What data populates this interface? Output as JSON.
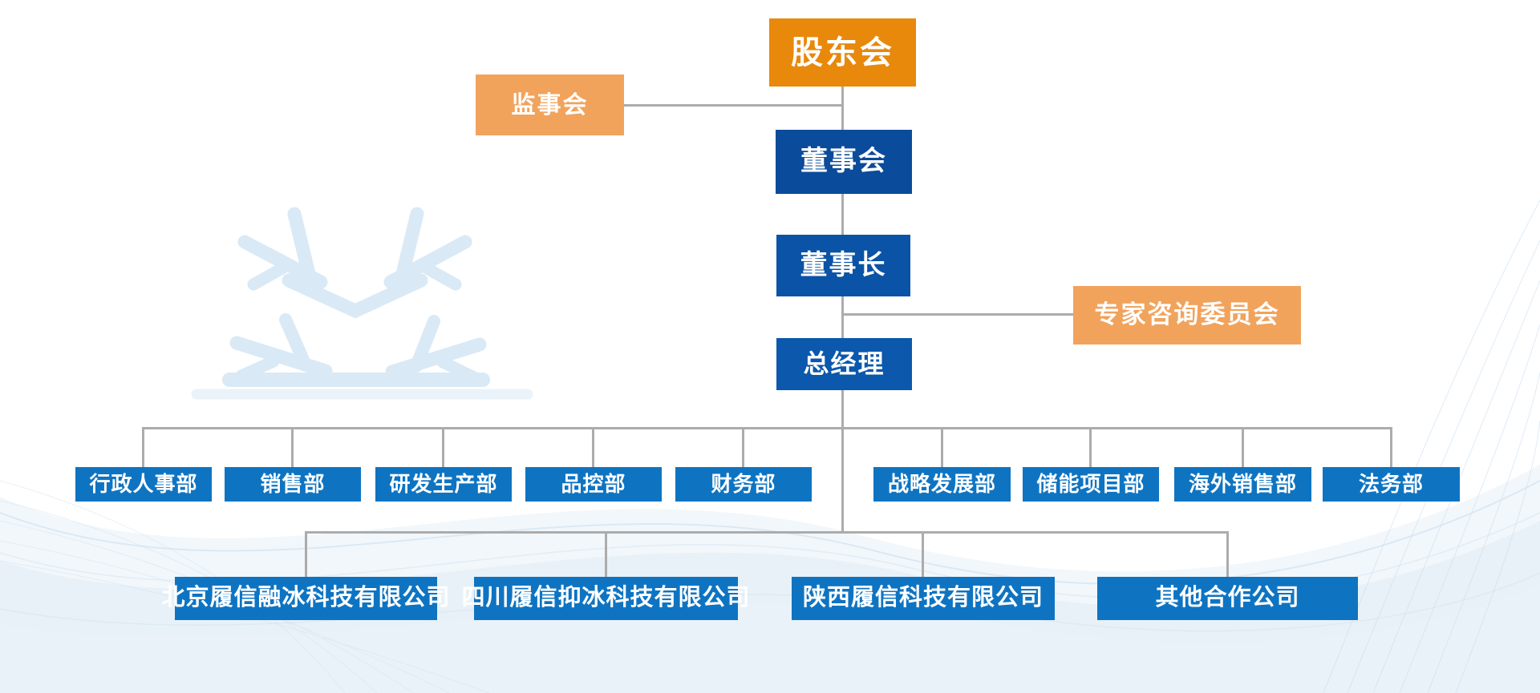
{
  "diagram_type": "org-chart",
  "nodes": {
    "shareholders": {
      "label": "股东会"
    },
    "supervisory_board": {
      "label": "监事会"
    },
    "board_of_directors": {
      "label": "董事会"
    },
    "chairman": {
      "label": "董事长"
    },
    "expert_committee": {
      "label": "专家咨询委员会"
    },
    "general_manager": {
      "label": "总经理"
    }
  },
  "departments": [
    "行政人事部",
    "销售部",
    "研发生产部",
    "品控部",
    "财务部",
    "战略发展部",
    "储能项目部",
    "海外销售部",
    "法务部"
  ],
  "companies": [
    "北京履信融冰科技有限公司",
    "四川履信抑冰科技有限公司",
    "陕西履信科技有限公司",
    "其他合作公司"
  ],
  "hierarchy": {
    "shareholders": [
      "board_of_directors"
    ],
    "shareholders_side": [
      "supervisory_board"
    ],
    "board_of_directors": [
      "chairman"
    ],
    "chairman_side": [
      "expert_committee"
    ],
    "chairman": [
      "general_manager"
    ],
    "general_manager": [
      "departments",
      "companies"
    ]
  },
  "colors": {
    "orange": "#E8890B",
    "light_orange": "#F1A35C",
    "blue_dark": "#0A4B9B",
    "blue_mid": "#0A53A6",
    "blue_gm": "#0B58AC",
    "blue_bright": "#0E74C2",
    "line_gray": "#ACACAC",
    "watermark": "#D9E9F6",
    "wave": "#CFE3F2"
  }
}
